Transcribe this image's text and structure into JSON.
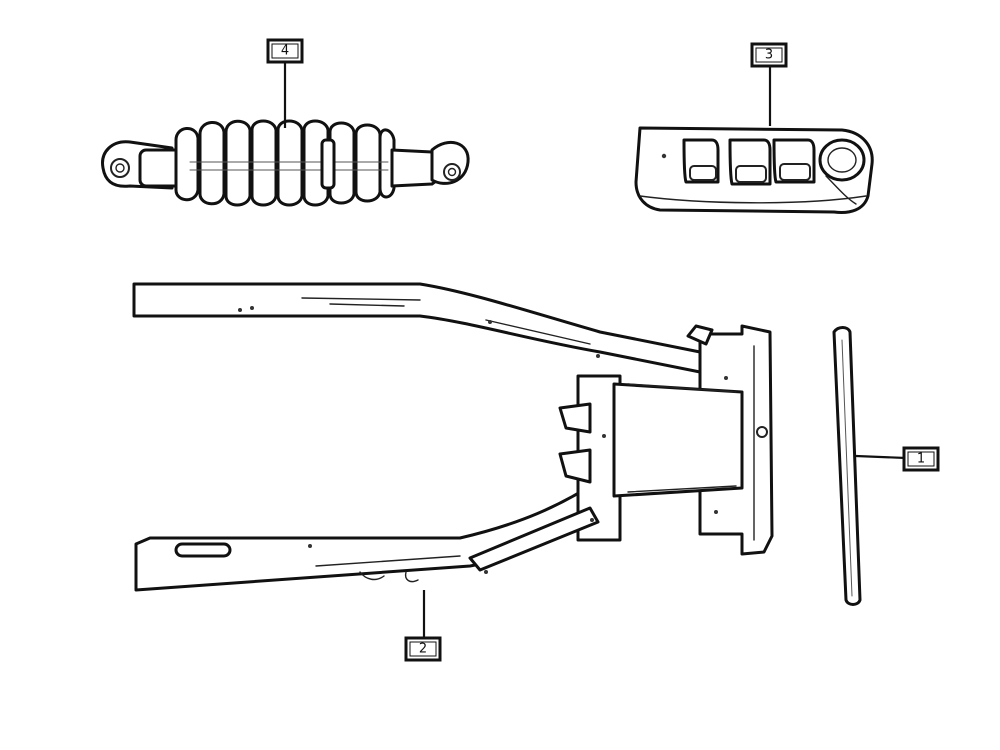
{
  "callouts": [
    {
      "id": "1",
      "label": "1",
      "part": "rod"
    },
    {
      "id": "2",
      "label": "2",
      "part": "swingarm-frame"
    },
    {
      "id": "3",
      "label": "3",
      "part": "footrest-bracket"
    },
    {
      "id": "4",
      "label": "4",
      "part": "shock-absorber"
    }
  ],
  "colors": {
    "ink": "#111111",
    "background": "#ffffff"
  }
}
